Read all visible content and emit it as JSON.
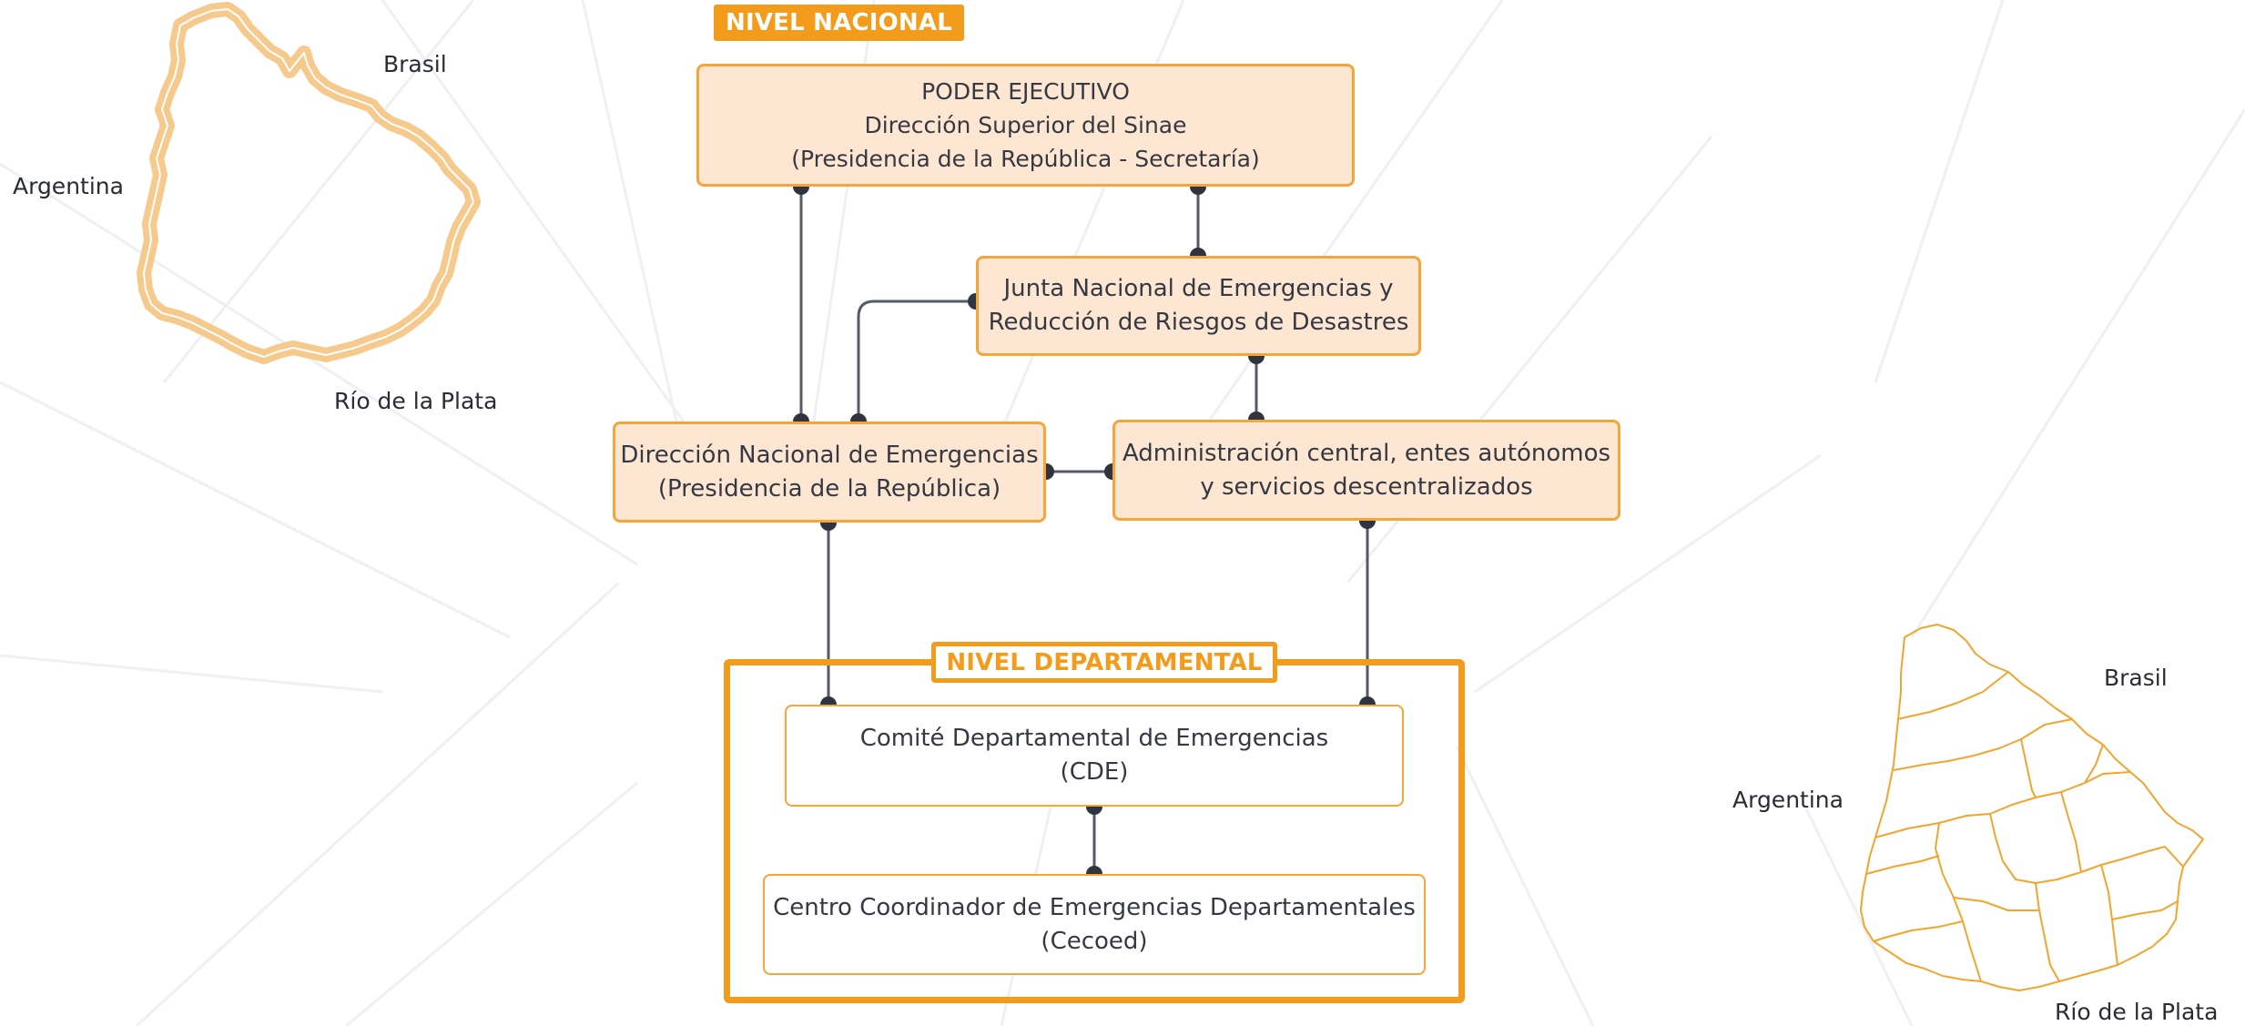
{
  "levels": {
    "nacional": "NIVEL NACIONAL",
    "departamental": "NIVEL DEPARTAMENTAL"
  },
  "nodes": {
    "poder": {
      "line1": "PODER EJECUTIVO",
      "line2": "Dirección Superior del Sinae",
      "line3": "(Presidencia de la República - Secretaría)"
    },
    "junta": {
      "line1": "Junta Nacional de Emergencias y",
      "line2": "Reducción de Riesgos de Desastres"
    },
    "dne": {
      "line1": "Dirección Nacional de Emergencias",
      "line2": "(Presidencia de la República)"
    },
    "admin": {
      "line1": "Administración central, entes autónomos",
      "line2": "y servicios descentralizados"
    },
    "cde": {
      "line1": "Comité Departamental de Emergencias",
      "line2": "(CDE)"
    },
    "cecoed": {
      "line1": "Centro Coordinador de Emergencias Departamentales",
      "line2": "(Cecoed)"
    }
  },
  "maps": {
    "national": {
      "brasil": "Brasil",
      "argentina": "Argentina",
      "rio": "Río de la Plata"
    },
    "departmental": {
      "brasil": "Brasil",
      "argentina": "Argentina",
      "rio": "Río de la Plata"
    }
  },
  "colors": {
    "accent": "#f39c1b",
    "box_fill": "#fde7d2",
    "box_border": "#f5a53a",
    "connector": "#555a66",
    "dot": "#2f3441",
    "text": "#363842",
    "map_outline": "#f6c98d",
    "map_departments": "#f2a52e"
  }
}
